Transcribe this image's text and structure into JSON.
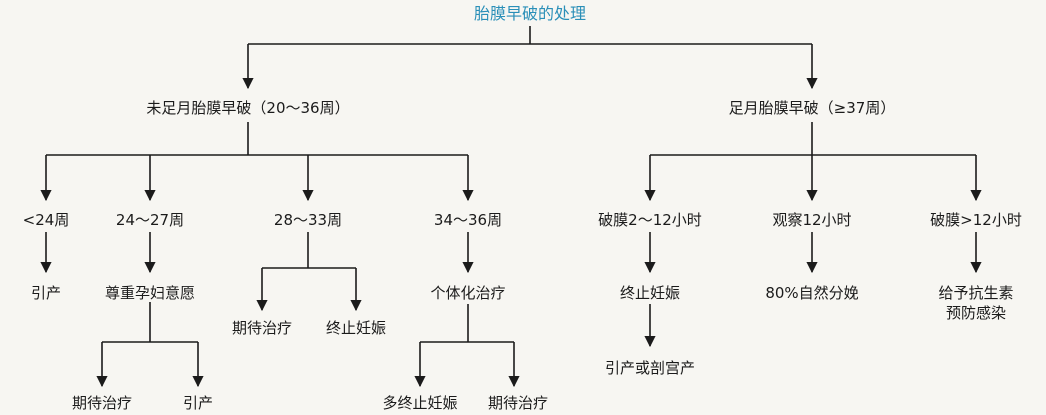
{
  "title": "胎膜早破的处理",
  "branches": {
    "preterm": "未足月胎膜早破（20～36周）",
    "term": "足月胎膜早破（≥37周）"
  },
  "preterm_groups": {
    "lt24": "<24周",
    "w24_27": "24～27周",
    "w28_33": "28～33周",
    "w34_36": "34～36周"
  },
  "preterm_actions": {
    "lt24_action": "引产",
    "w24_27_action": "尊重孕妇意愿",
    "w24_27_opt1": "期待治疗",
    "w24_27_opt2": "引产",
    "w28_33_opt1": "期待治疗",
    "w28_33_opt2": "终止妊娠",
    "w34_36_action": "个体化治疗",
    "w34_36_opt1": "多终止妊娠",
    "w34_36_opt2": "期待治疗"
  },
  "term_groups": {
    "rupture_2_12": "破膜2～12小时",
    "observe_12": "观察12小时",
    "rupture_gt12": "破膜>12小时"
  },
  "term_actions": {
    "rupture_2_12_action": "终止妊娠",
    "rupture_2_12_next": "引产或剖宫产",
    "observe_12_action": "80%自然分娩",
    "rupture_gt12_action_l1": "给予抗生素",
    "rupture_gt12_action_l2": "预防感染"
  }
}
